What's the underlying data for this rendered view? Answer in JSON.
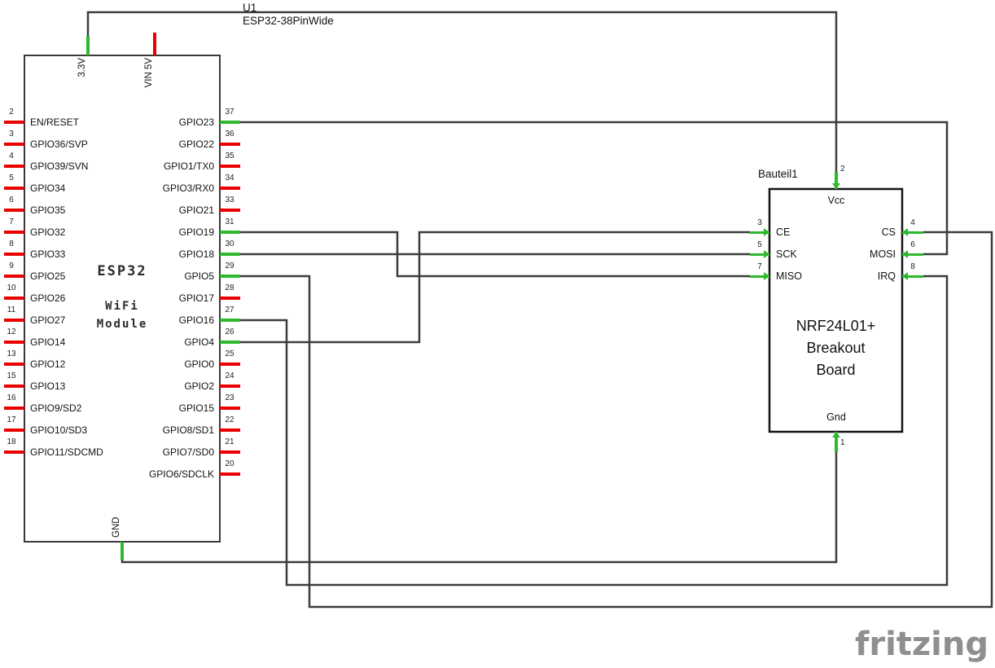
{
  "page": {
    "watermark": "fritzing",
    "background": "#ffffff"
  },
  "esp32": {
    "designator": "U1",
    "part_name": "ESP32-38PinWide",
    "center_labels": [
      "ESP32",
      "WiFi",
      "Module"
    ],
    "top_pins": [
      {
        "label": "3.3V",
        "connected": true
      },
      {
        "label": "VIN 5V",
        "connected": false
      }
    ],
    "bottom_pins": [
      {
        "label": "GND",
        "connected": true
      }
    ],
    "left_pins": [
      {
        "num": "2",
        "label": "EN/RESET",
        "connected": false
      },
      {
        "num": "3",
        "label": "GPIO36/SVP",
        "connected": false
      },
      {
        "num": "4",
        "label": "GPIO39/SVN",
        "connected": false
      },
      {
        "num": "5",
        "label": "GPIO34",
        "connected": false
      },
      {
        "num": "6",
        "label": "GPIO35",
        "connected": false
      },
      {
        "num": "7",
        "label": "GPIO32",
        "connected": false
      },
      {
        "num": "8",
        "label": "GPIO33",
        "connected": false
      },
      {
        "num": "9",
        "label": "GPIO25",
        "connected": false
      },
      {
        "num": "10",
        "label": "GPIO26",
        "connected": false
      },
      {
        "num": "11",
        "label": "GPIO27",
        "connected": false
      },
      {
        "num": "12",
        "label": "GPIO14",
        "connected": false
      },
      {
        "num": "13",
        "label": "GPIO12",
        "connected": false
      },
      {
        "num": "15",
        "label": "GPIO13",
        "connected": false
      },
      {
        "num": "16",
        "label": "GPIO9/SD2",
        "connected": false
      },
      {
        "num": "17",
        "label": "GPIO10/SD3",
        "connected": false
      },
      {
        "num": "18",
        "label": "GPIO11/SDCMD",
        "connected": false
      }
    ],
    "right_pins": [
      {
        "num": "37",
        "label": "GPIO23",
        "connected": true
      },
      {
        "num": "36",
        "label": "GPIO22",
        "connected": false
      },
      {
        "num": "35",
        "label": "GPIO1/TX0",
        "connected": false
      },
      {
        "num": "34",
        "label": "GPIO3/RX0",
        "connected": false
      },
      {
        "num": "33",
        "label": "GPIO21",
        "connected": false
      },
      {
        "num": "31",
        "label": "GPIO19",
        "connected": true
      },
      {
        "num": "30",
        "label": "GPIO18",
        "connected": true
      },
      {
        "num": "29",
        "label": "GPIO5",
        "connected": true
      },
      {
        "num": "28",
        "label": "GPIO17",
        "connected": false
      },
      {
        "num": "27",
        "label": "GPIO16",
        "connected": true
      },
      {
        "num": "26",
        "label": "GPIO4",
        "connected": true
      },
      {
        "num": "25",
        "label": "GPIO0",
        "connected": false
      },
      {
        "num": "24",
        "label": "GPIO2",
        "connected": false
      },
      {
        "num": "23",
        "label": "GPIO15",
        "connected": false
      },
      {
        "num": "22",
        "label": "GPIO8/SD1",
        "connected": false
      },
      {
        "num": "21",
        "label": "GPIO7/SD0",
        "connected": false
      },
      {
        "num": "20",
        "label": "GPIO6/SDCLK",
        "connected": false
      }
    ]
  },
  "nrf24": {
    "designator": "Bauteil1",
    "center_labels": [
      "NRF24L01+",
      "Breakout",
      "Board"
    ],
    "top_pin": {
      "num": "2",
      "label": "Vcc"
    },
    "bottom_pin": {
      "num": "1",
      "label": "Gnd"
    },
    "left_pins": [
      {
        "num": "3",
        "label": "CE"
      },
      {
        "num": "5",
        "label": "SCK"
      },
      {
        "num": "7",
        "label": "MISO"
      }
    ],
    "right_pins": [
      {
        "num": "4",
        "label": "CS"
      },
      {
        "num": "6",
        "label": "MOSI"
      },
      {
        "num": "8",
        "label": "IRQ"
      }
    ]
  },
  "nets": [
    {
      "from": "ESP32 3.3V",
      "to": "NRF24 Vcc (pin 2)"
    },
    {
      "from": "ESP32 GND",
      "to": "NRF24 Gnd (pin 1)"
    },
    {
      "from": "GPIO23 (pin 37)",
      "to": "MOSI (pin 6)"
    },
    {
      "from": "GPIO19 (pin 31)",
      "to": "MISO (pin 7)"
    },
    {
      "from": "GPIO18 (pin 30)",
      "to": "SCK (pin 5)"
    },
    {
      "from": "GPIO5 (pin 29)",
      "to": "CS (pin 4)"
    },
    {
      "from": "GPIO16 (pin 27)",
      "to": "IRQ (pin 8)"
    },
    {
      "from": "GPIO4 (pin 26)",
      "to": "CE (pin 3)"
    }
  ],
  "colors": {
    "wire": "#3c3c3c",
    "part_outline": "#2b2b2b",
    "connected_pin": "#2eb82e",
    "unconnected_pin": "#ea0000",
    "watermark": "#8f8f8f"
  }
}
